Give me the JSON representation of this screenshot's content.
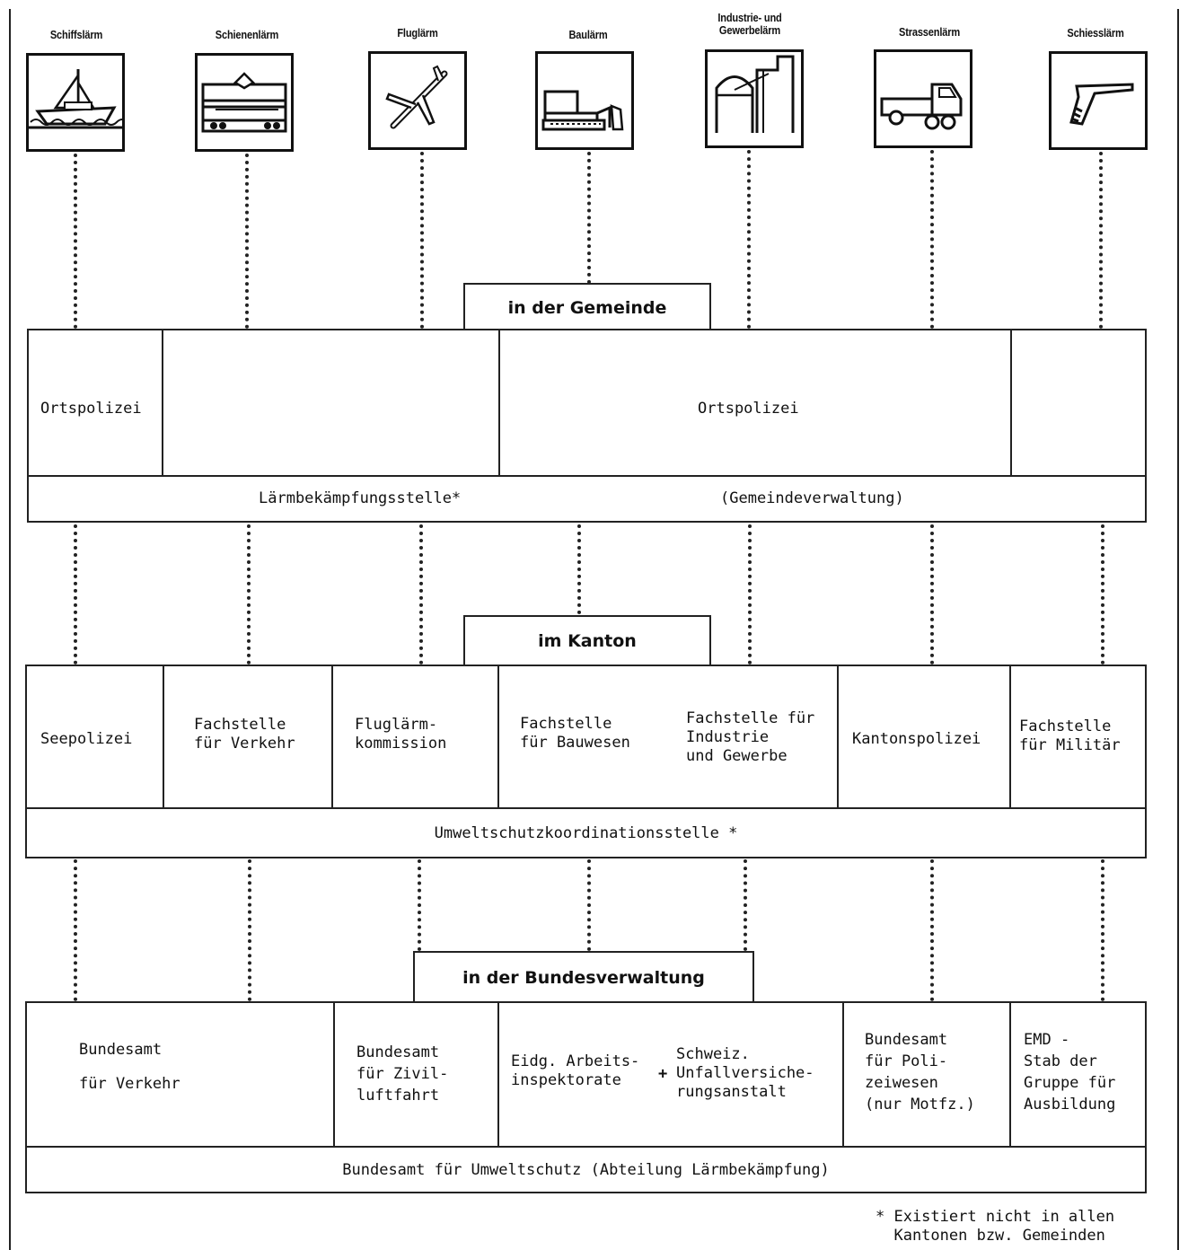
{
  "categories": [
    {
      "label": "Schiffslärm",
      "icon": "ship-icon"
    },
    {
      "label": "Schienenlärm",
      "icon": "train-icon"
    },
    {
      "label": "Fluglärm",
      "icon": "airplane-icon"
    },
    {
      "label": "Baulärm",
      "icon": "bulldozer-icon"
    },
    {
      "label": "Industrie- und\nGewerbelärm",
      "icon": "factory-icon"
    },
    {
      "label": "Strassenlärm",
      "icon": "truck-icon"
    },
    {
      "label": "Schiesslärm",
      "icon": "gun-icon"
    }
  ],
  "gemeinde": {
    "title": "in der Gemeinde",
    "cells": [
      "Ortspolizei",
      "",
      "Ortspolizei",
      ""
    ],
    "footer_left": "Lärmbekämpfungsstelle*",
    "footer_right": "(Gemeindeverwaltung)"
  },
  "kanton": {
    "title": "im Kanton",
    "cells": [
      "Seepolizei",
      "Fachstelle\nfür Verkehr",
      "Fluglärm-\nkommission",
      "Fachstelle\nfür Bauwesen",
      "Fachstelle für\nIndustrie\nund Gewerbe",
      "Kantonspolizei",
      "Fachstelle\nfür Militär"
    ],
    "footer": "Umweltschutzkoordinationsstelle *"
  },
  "bund": {
    "title": "in der Bundesverwaltung",
    "cells": [
      "Bundesamt\n\nfür Verkehr",
      "Bundesamt\nfür Zivil-\nluftfahrt",
      "Eidg. Arbeits-\ninspektorate",
      "Schweiz.\nUnfallversiche-\nrungsanstalt",
      "Bundesamt\nfür Poli-\nzeiwesen\n(nur Motfz.)",
      "EMD -\nStab der\nGruppe für\nAusbildung"
    ],
    "plus": "+",
    "footer": "Bundesamt für Umweltschutz (Abteilung Lärmbekämpfung)"
  },
  "footnote": "* Existiert nicht in allen\n  Kantonen bzw. Gemeinden"
}
